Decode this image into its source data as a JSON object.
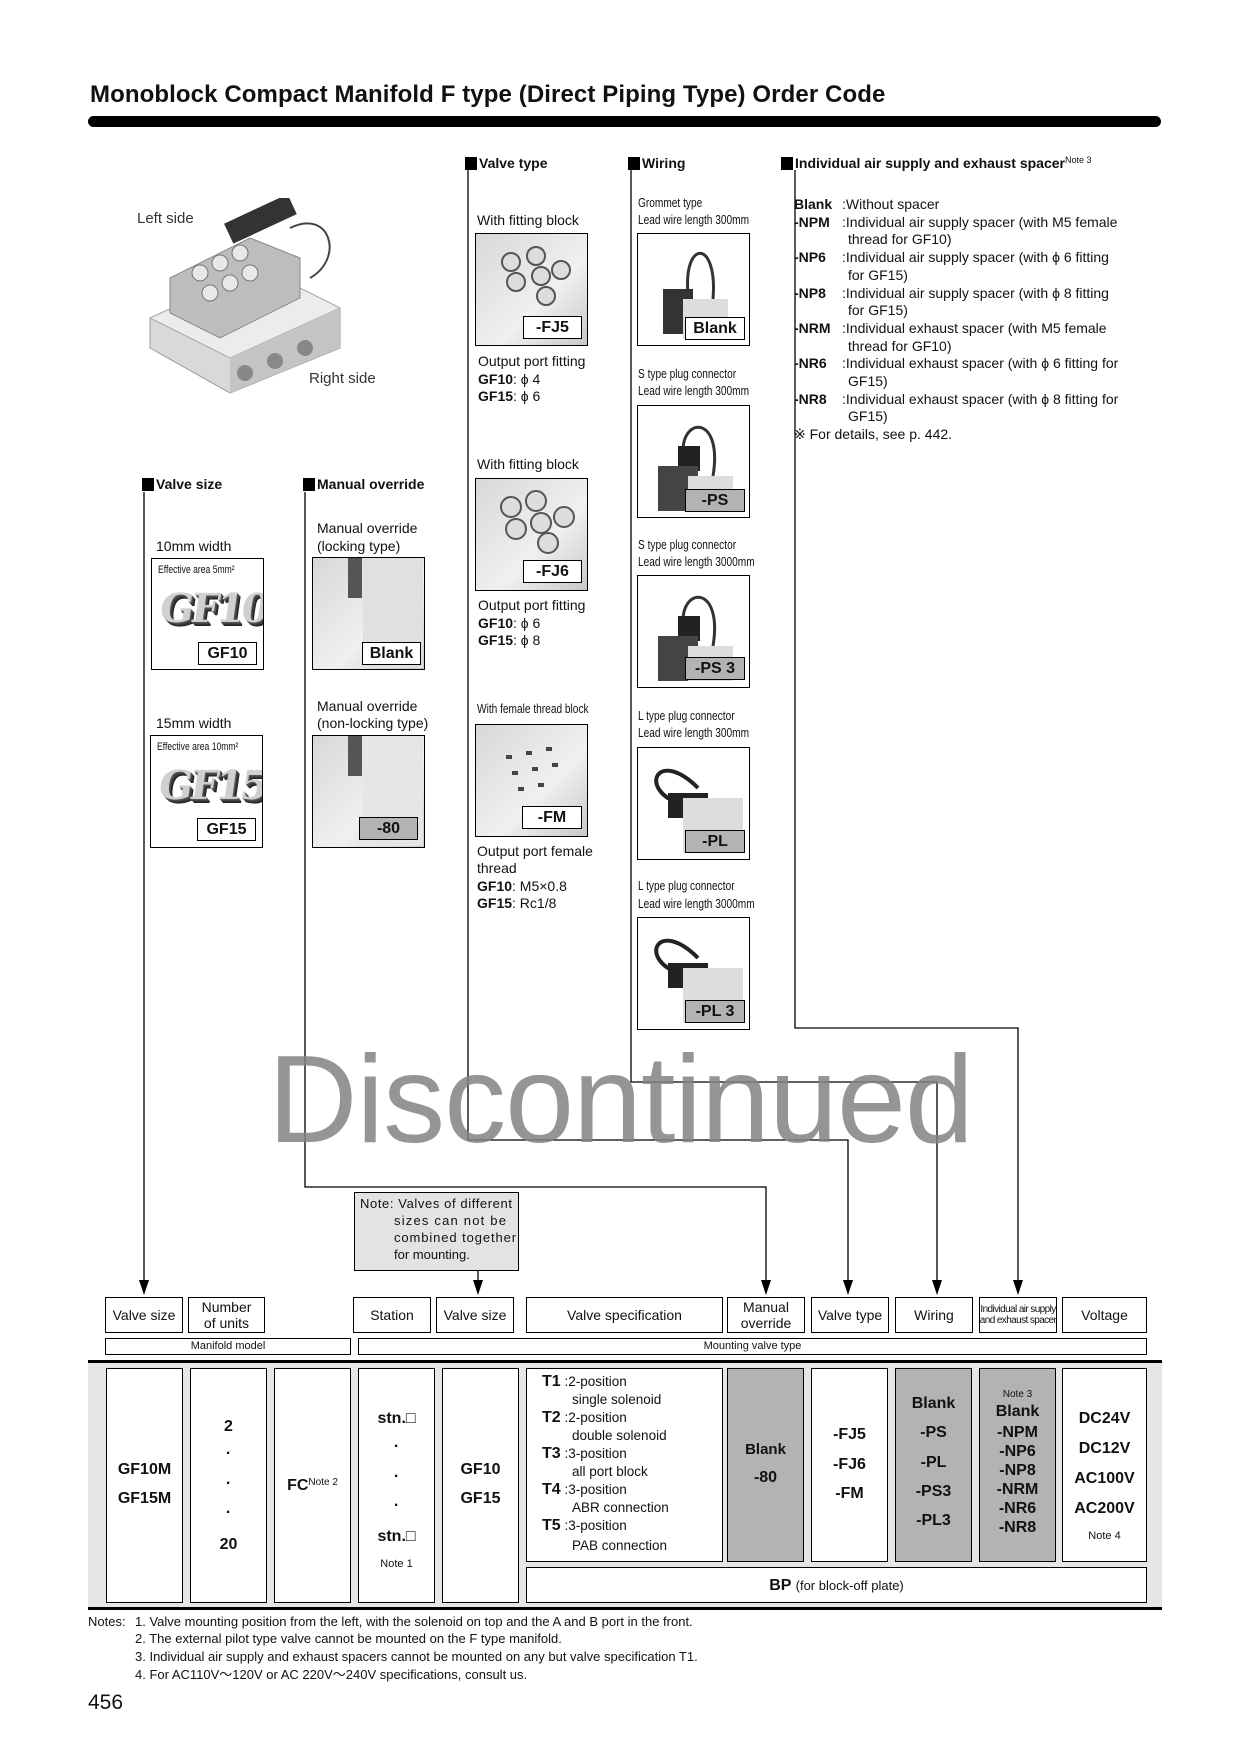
{
  "title": "Monoblock Compact Manifold F type (Direct Piping Type) Order Code",
  "figure": {
    "left_side": "Left side",
    "right_side": "Right side"
  },
  "valve_size": {
    "header": "Valve size",
    "options": [
      {
        "caption": "10mm width",
        "effective_area": "Effective area 5mm²",
        "code": "GF10"
      },
      {
        "caption": "15mm width",
        "effective_area": "Effective area 10mm²",
        "code": "GF15"
      }
    ]
  },
  "manual_override": {
    "header": "Manual override",
    "options": [
      {
        "caption1": "Manual override",
        "caption2": "(locking type)",
        "code": "Blank"
      },
      {
        "caption1": "Manual override",
        "caption2": "(non-locking type)",
        "code": "-80"
      }
    ]
  },
  "valve_type": {
    "header": "Valve type",
    "options": [
      {
        "caption": "With fitting block",
        "code": "-FJ5",
        "desc": "Output port fitting",
        "gf10_label": "GF10",
        "gf10": ": ϕ 4",
        "gf15_label": "GF15",
        "gf15": ": ϕ 6"
      },
      {
        "caption": "With fitting block",
        "code": "-FJ6",
        "desc": "Output port fitting",
        "gf10_label": "GF10",
        "gf10": ": ϕ 6",
        "gf15_label": "GF15",
        "gf15": ": ϕ 8"
      },
      {
        "caption": "With female thread block",
        "code": "-FM",
        "desc": "Output port female",
        "desc2": "thread",
        "gf10_label": "GF10",
        "gf10": ": M5×0.8",
        "gf15_label": "GF15",
        "gf15": ": Rc1/8"
      }
    ]
  },
  "wiring": {
    "header": "Wiring",
    "options": [
      {
        "type": "Grommet type",
        "lead": "Lead wire length 300mm",
        "code": "Blank"
      },
      {
        "type": "S type plug connector",
        "lead": "Lead wire length 300mm",
        "code": "-PS"
      },
      {
        "type": "S type plug connector",
        "lead": "Lead wire length 3000mm",
        "code": "-PS 3"
      },
      {
        "type": "L type plug connector",
        "lead": "Lead wire length 300mm",
        "code": "-PL"
      },
      {
        "type": "L type plug connector",
        "lead": "Lead wire length 3000mm",
        "code": "-PL 3"
      }
    ]
  },
  "spacer": {
    "header": "Individual air supply and exhaust spacer",
    "header_note": "Note 3",
    "items": [
      {
        "code": "Blank",
        "line1": "Without spacer"
      },
      {
        "code": "-NPM",
        "line1": "Individual air supply spacer (with M5 female",
        "line2": "thread for GF10)"
      },
      {
        "code": "-NP6",
        "line1": "Individual air supply spacer (with  ϕ 6 fitting",
        "line2": "for GF15)"
      },
      {
        "code": "-NP8",
        "line1": "Individual air supply spacer (with  ϕ 8 fitting",
        "line2": "for GF15)"
      },
      {
        "code": "-NRM",
        "line1": "Individual exhaust spacer (with M5 female",
        "line2": "thread for GF10)"
      },
      {
        "code": "-NR6",
        "line1": "Individual exhaust spacer (with  ϕ 6 fitting for",
        "line2": "GF15)"
      },
      {
        "code": "-NR8",
        "line1": "Individual exhaust spacer (with  ϕ 8 fitting for",
        "line2": "GF15)"
      }
    ],
    "footnote": "※ For details, see p. 442."
  },
  "note_box": {
    "line1": "Note: Valves of different",
    "line2": "sizes can not be",
    "line3": "combined together",
    "line4": "for mounting."
  },
  "watermark": "Discontinued",
  "order_table": {
    "headers": [
      "Valve size",
      "Number\nof units",
      "Station",
      "Valve size",
      "Valve specification",
      "Manual\noverride",
      "Valve type",
      "Wiring",
      "Individual air supply\nand exhaust spacer",
      "Voltage"
    ],
    "groups": {
      "manifold": "Manifold model",
      "mounting": "Mounting valve type"
    },
    "manifold": [
      "GF10M",
      "GF15M"
    ],
    "units": [
      "2",
      "·",
      "·",
      "·",
      "20"
    ],
    "fc": "FC",
    "fc_note": "Note 2",
    "station": [
      "stn.□",
      "·",
      "·",
      "·",
      "stn.□"
    ],
    "station_note": "Note 1",
    "valve_size": [
      "GF10",
      "GF15"
    ],
    "spec": [
      {
        "code": "T1",
        "l1": ":2-position",
        "l2": "single solenoid"
      },
      {
        "code": "T2",
        "l1": ":2-position",
        "l2": "double solenoid"
      },
      {
        "code": "T3",
        "l1": ":3-position",
        "l2": "all port block"
      },
      {
        "code": "T4",
        "l1": ":3-position",
        "l2": "ABR connection"
      },
      {
        "code": "T5",
        "l1": ":3-position",
        "l2": "PAB connection"
      }
    ],
    "manual_override": [
      "Blank",
      "-80"
    ],
    "valve_type": [
      "-FJ5",
      "-FJ6",
      "-FM"
    ],
    "wiring": [
      "Blank",
      "-PS",
      "-PL",
      "-PS3",
      "-PL3"
    ],
    "spacer_note": "Note 3",
    "spacer": [
      "Blank",
      "-NPM",
      "-NP6",
      "-NP8",
      "-NRM",
      "-NR6",
      "-NR8"
    ],
    "voltage": [
      "DC24V",
      "DC12V",
      "AC100V",
      "AC200V"
    ],
    "voltage_note": "Note 4",
    "bp_code": "BP",
    "bp_text": "(for block-off plate)"
  },
  "notes": {
    "prefix": "Notes:",
    "items": [
      "1.  Valve mounting position from the left, with the solenoid on top and the A and B port in the front.",
      "2.  The external pilot type valve cannot be mounted on the F type manifold.",
      "3.  Individual air supply and exhaust spacers cannot be mounted on any but valve specification T1.",
      "4.  For AC110V～120V or AC 220V～240V specifications, consult us."
    ]
  },
  "page_number": "456"
}
